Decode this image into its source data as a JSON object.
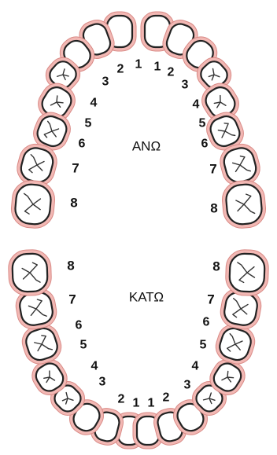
{
  "upper": {
    "title": "ΑΝΩ",
    "left_numbers": [
      "1",
      "2",
      "3",
      "4",
      "5",
      "6",
      "7",
      "8"
    ],
    "right_numbers": [
      "1",
      "2",
      "3",
      "4",
      "5",
      "6",
      "7",
      "8"
    ]
  },
  "lower": {
    "title": "ΚΑΤΩ",
    "left_numbers": [
      "1",
      "2",
      "3",
      "4",
      "5",
      "6",
      "7",
      "8"
    ],
    "right_numbers": [
      "1",
      "2",
      "3",
      "4",
      "5",
      "6",
      "7",
      "8"
    ]
  },
  "colors": {
    "gum": "#f2b8b4",
    "gum_edge": "#d98a86",
    "tooth_fill": "#ffffff",
    "tooth_stroke": "#222222",
    "groove": "#333333",
    "text": "#111111"
  }
}
